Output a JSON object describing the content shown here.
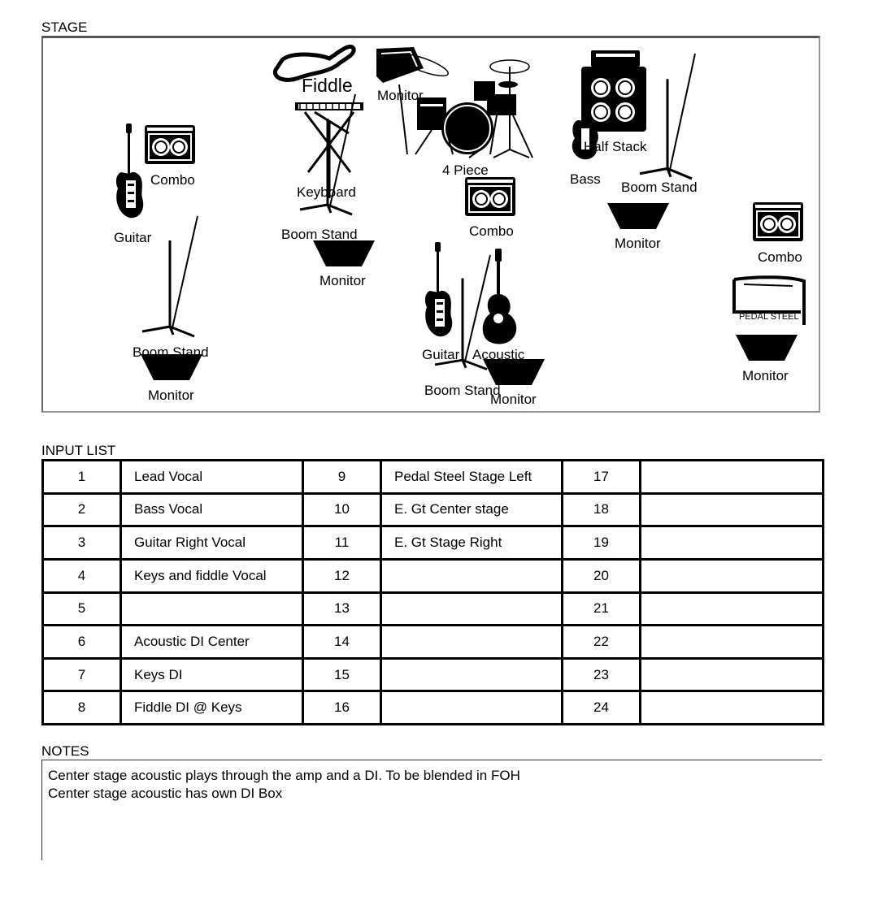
{
  "stage": {
    "title": "STAGE",
    "labels": {
      "fiddle": "Fiddle",
      "monitor_drum": "Monitor",
      "guitar_left": "Guitar",
      "combo_left": "Combo",
      "keyboard": "Keyboard",
      "boom_stand_keys": "Boom Stand",
      "monitor_keys": "Monitor",
      "four_piece": "4 Piece",
      "combo_center": "Combo",
      "half_stack": "Half Stack",
      "bass": "Bass",
      "boom_stand_bass": "Boom Stand",
      "monitor_bass": "Monitor",
      "combo_right": "Combo",
      "pedal_steel": "PEDAL STEEL",
      "monitor_right": "Monitor",
      "boom_stand_left": "Boom Stand",
      "monitor_left": "Monitor",
      "guitar_center": "Guitar",
      "acoustic": "Acoustic",
      "boom_stand_center": "Boom Stand",
      "monitor_center": "Monitor"
    }
  },
  "input_list": {
    "title": "INPUT LIST",
    "rows": [
      {
        "c1": "1",
        "n1": "Lead Vocal",
        "c2": "9",
        "n2": "Pedal Steel Stage Left",
        "c3": "17",
        "n3": ""
      },
      {
        "c1": "2",
        "n1": "Bass Vocal",
        "c2": "10",
        "n2": "E. Gt Center stage",
        "c3": "18",
        "n3": ""
      },
      {
        "c1": "3",
        "n1": "Guitar Right Vocal",
        "c2": "11",
        "n2": "E. Gt Stage Right",
        "c3": "19",
        "n3": ""
      },
      {
        "c1": "4",
        "n1": "Keys and fiddle Vocal",
        "c2": "12",
        "n2": "",
        "c3": "20",
        "n3": ""
      },
      {
        "c1": "5",
        "n1": "",
        "c2": "13",
        "n2": "",
        "c3": "21",
        "n3": ""
      },
      {
        "c1": "6",
        "n1": "Acoustic DI Center",
        "c2": "14",
        "n2": "",
        "c3": "22",
        "n3": ""
      },
      {
        "c1": "7",
        "n1": "Keys DI",
        "c2": "15",
        "n2": "",
        "c3": "23",
        "n3": ""
      },
      {
        "c1": "8",
        "n1": "Fiddle DI @ Keys",
        "c2": "16",
        "n2": "",
        "c3": "24",
        "n3": ""
      }
    ]
  },
  "notes": {
    "title": "NOTES",
    "lines": [
      "Center stage acoustic plays through the amp and a DI. To be blended in FOH",
      "Center stage acoustic has own DI Box"
    ]
  }
}
